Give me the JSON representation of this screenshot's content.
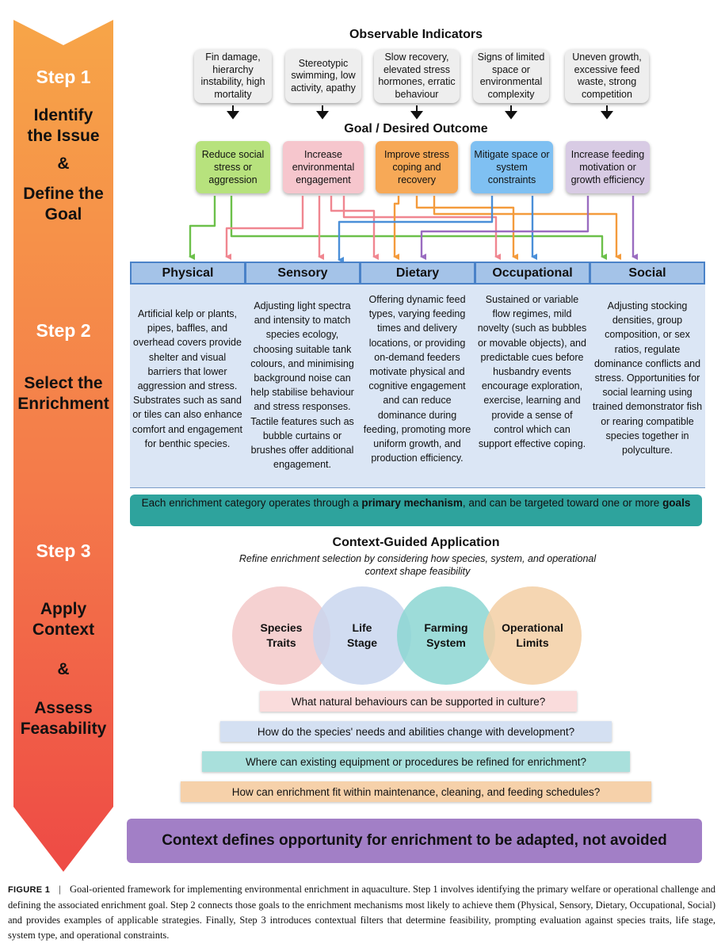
{
  "steps": {
    "s1_label": "Step 1",
    "s1_l1": "Identify",
    "s1_l2": "the Issue",
    "s1_amp": "&",
    "s1_l3": "Define the",
    "s1_l4": "Goal",
    "s2_label": "Step 2",
    "s2_l1": "Select the",
    "s2_l2": "Enrichment",
    "s3_label": "Step 3",
    "s3_l1": "Apply",
    "s3_l2": "Context",
    "s3_amp": "&",
    "s3_l3": "Assess",
    "s3_l4": "Feasability"
  },
  "indicators": {
    "title": "Observable Indicators",
    "items": [
      "Fin damage, hierarchy instability, high mortality",
      "Stereotypic swimming, low activity, apathy",
      "Slow recovery, elevated stress hormones, erratic behaviour",
      "Signs of limited space or environmental complexity",
      "Uneven growth, excessive feed waste, strong competition"
    ]
  },
  "goals": {
    "title": "Goal / Desired Outcome",
    "items": [
      {
        "text": "Reduce social stress or aggression",
        "color": "#b7e27d",
        "line": "#6cc04a"
      },
      {
        "text": "Increase environmental engagement",
        "color": "#f6c6cd",
        "line": "#f08690"
      },
      {
        "text": "Improve stress coping and recovery",
        "color": "#f7a957",
        "line": "#f49b3c"
      },
      {
        "text": "Mitigate space or system constraints",
        "color": "#7fc0f2",
        "line": "#4a8fd8"
      },
      {
        "text": "Increase feeding motivation or growth efficiency",
        "color": "#d8cbe4",
        "line": "#9a6cc0"
      }
    ]
  },
  "categories": [
    {
      "name": "Physical",
      "text": "Artificial kelp or plants, pipes, baffles, and overhead covers provide shelter and visual barriers that lower aggression and stress. Substrates such as sand or tiles can also enhance comfort and engagement for benthic species."
    },
    {
      "name": "Sensory",
      "text": "Adjusting light spectra and intensity to match species ecology, choosing suitable tank colours, and minimising background noise can help stabilise behaviour and stress responses. Tactile features such as bubble curtains or brushes offer additional engagement."
    },
    {
      "name": "Dietary",
      "text": "Offering dynamic feed types, varying feeding times and delivery locations, or providing on-demand feeders motivate physical and cognitive engagement and can reduce dominance during feeding, promoting more uniform growth, and production efficiency."
    },
    {
      "name": "Occupational",
      "text": "Sustained or variable flow regimes, mild novelty (such as bubbles or movable objects), and predictable cues before husbandry events encourage exploration, exercise, learning and provide a sense of control which can support effective coping."
    },
    {
      "name": "Social",
      "text": "Adjusting stocking densities, group composition, or sex ratios, regulate dominance conflicts and stress. Opportunities for social learning using trained demonstrator fish or rearing compatible species together in polyculture."
    }
  ],
  "mechanism_bar": {
    "t1": "Each enrichment category operates through a ",
    "b1": "primary mechanism",
    "t2": ", and can be targeted toward one or more ",
    "b2": "goals"
  },
  "context": {
    "title": "Context-Guided Application",
    "subtitle": "Refine enrichment selection by considering how species, system, and operational context shape feasibility",
    "circles": [
      {
        "l1": "Species",
        "l2": "Traits",
        "color": "#f3c9c9"
      },
      {
        "l1": "Life",
        "l2": "Stage",
        "color": "#c9d6ee"
      },
      {
        "l1": "Farming",
        "l2": "System",
        "color": "#9bd9d6"
      },
      {
        "l1": "Operational",
        "l2": "Limits",
        "color": "#f3cfa4"
      }
    ],
    "questions": [
      {
        "text": "What natural behaviours can be supported in culture?",
        "color": "#fadcdc"
      },
      {
        "text": "How do the species' needs and abilities change with development?",
        "color": "#d4e0f2"
      },
      {
        "text": "Where can existing equipment or procedures be refined for enrichment?",
        "color": "#a9e0dc"
      },
      {
        "text": "How can enrichment fit within maintenance, cleaning, and feeding schedules?",
        "color": "#f6d1aa"
      }
    ]
  },
  "final": "Context defines opportunity for enrichment to be adapted, not avoided",
  "caption": {
    "label": "FIGURE 1",
    "sep": "|",
    "text": "Goal-oriented framework for implementing environmental enrichment in aquaculture. Step 1 involves identifying the primary welfare or operational challenge and defining the associated enrichment goal. Step 2 connects those goals to the enrichment mechanisms most likely to achieve them (Physical, Sensory, Dietary, Occupational, Social) and provides examples of applicable strategies. Finally, Step 3 introduces contextual filters that determine feasibility, prompting evaluation against species traits, life stage, system type, and operational constraints."
  }
}
